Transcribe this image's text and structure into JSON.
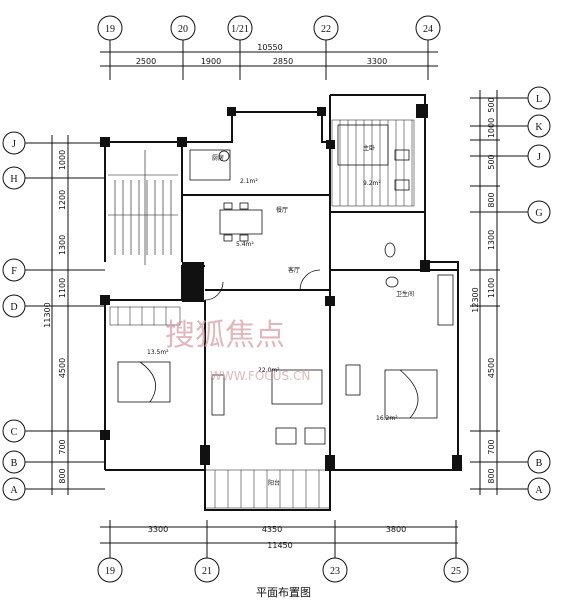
{
  "caption": "平面布置图",
  "axes": {
    "top": [
      "19",
      "20",
      "1/21",
      "22",
      "24"
    ],
    "bottom": [
      "19",
      "21",
      "23",
      "25"
    ],
    "left": [
      "J",
      "H",
      "F",
      "D",
      "C",
      "B",
      "A"
    ],
    "right": [
      "L",
      "K",
      "J",
      "G",
      "B",
      "A"
    ]
  },
  "dimensions": {
    "top_total": "10550",
    "top_segments": [
      "2500",
      "1900",
      "2850",
      "3300"
    ],
    "bottom_total": "11450",
    "bottom_segments": [
      "3300",
      "4350",
      "3800"
    ],
    "left_total": "11300",
    "left_segments": [
      "1000",
      "1200",
      "1300",
      "1100",
      "4500",
      "700",
      "800"
    ],
    "right_total": "12300",
    "right_segments": [
      "500",
      "1000",
      "500",
      "800",
      "1300",
      "1100",
      "4500",
      "700",
      "800"
    ]
  },
  "rooms": {
    "kitchen_area": "2.1m²",
    "dining_area": "5.4m²",
    "bedroom_left_area": "13.5m²",
    "living_area": "22.0m²",
    "bedroom_right_area": "16.2m²",
    "master_area": "9.2m²",
    "label_kitchen": "厨房",
    "label_dining": "餐厅",
    "label_living": "客厅",
    "label_bedroom": "主卧",
    "label_bath": "卫生间",
    "label_balcony": "阳台"
  },
  "watermark": {
    "brand": "搜狐焦点",
    "url": "WWW.FOCUS.CN"
  },
  "colors": {
    "line": "#111111",
    "wall": "#1a1a1a",
    "watermark": "#d9a0a6"
  }
}
